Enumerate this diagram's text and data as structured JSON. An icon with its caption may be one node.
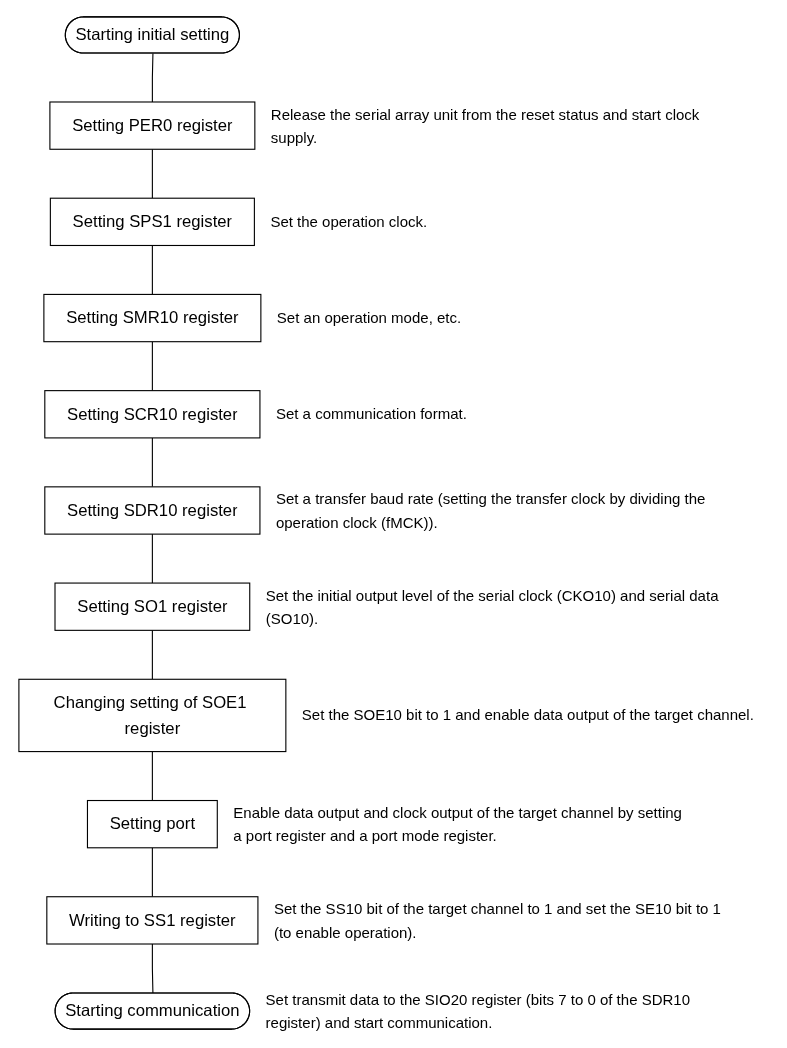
{
  "diagram": {
    "nodes": [
      {
        "text": [
          "Starting initial setting"
        ]
      },
      {
        "text": [
          "Setting PER0 register"
        ],
        "beside": [
          "Release the serial array unit from the reset status and start clock supply."
        ]
      },
      {
        "text": [
          "Setting SPS1 register"
        ],
        "beside": [
          "Set the operation clock."
        ]
      },
      {
        "text": [
          "Setting SMR10 register"
        ],
        "beside": [
          "Set an operation mode, etc."
        ]
      },
      {
        "text": [
          "Setting SCR10 register"
        ],
        "beside": [
          "Set a communication format."
        ]
      },
      {
        "text": [
          "Setting SDR10 register"
        ],
        "beside": [
          "Set a transfer baud rate (setting the transfer clock by dividing the operation clock (fMCK))."
        ]
      },
      {
        "text": [
          "Setting SO1 register"
        ],
        "beside": [
          "Set the initial output level of the serial clock (CKO10) and serial data (SO10)."
        ]
      },
      {
        "text": [
          "Changing setting of SOE1 register"
        ],
        "beside": [
          "Set the SOE10 bit to 1 and enable data output of the target channel."
        ]
      },
      {
        "text": [
          "Setting port"
        ],
        "beside": [
          "Enable data output and clock output of the target channel by setting a port register and a port mode register."
        ]
      },
      {
        "text": [
          "Writing to SS1 register"
        ],
        "beside": [
          "Set the SS10 bit of the target channel to 1 and set the SE10 bit to 1 (to enable operation)."
        ]
      },
      {
        "text": [
          "Starting communication"
        ],
        "beside": [
          "Set transmit data to the SIO20 register (bits 7 to 0 of the SDR10 register) and start communication."
        ]
      }
    ],
    "edges": [
      {
        "from": 0,
        "to": 1,
        "arrow": "none"
      },
      {
        "from": 1,
        "to": 2,
        "arrow": "none"
      },
      {
        "from": 2,
        "to": 3,
        "arrow": "none"
      },
      {
        "from": 3,
        "to": 4,
        "arrow": "none"
      },
      {
        "from": 4,
        "to": 5,
        "arrow": "none"
      },
      {
        "from": 5,
        "to": 6,
        "arrow": "none"
      },
      {
        "from": 6,
        "to": 7,
        "arrow": "none"
      },
      {
        "from": 7,
        "to": 8,
        "arrow": "none"
      },
      {
        "from": 8,
        "to": 9,
        "arrow": "none"
      },
      {
        "from": 9,
        "to": 10,
        "arrow": "none"
      }
    ]
  }
}
